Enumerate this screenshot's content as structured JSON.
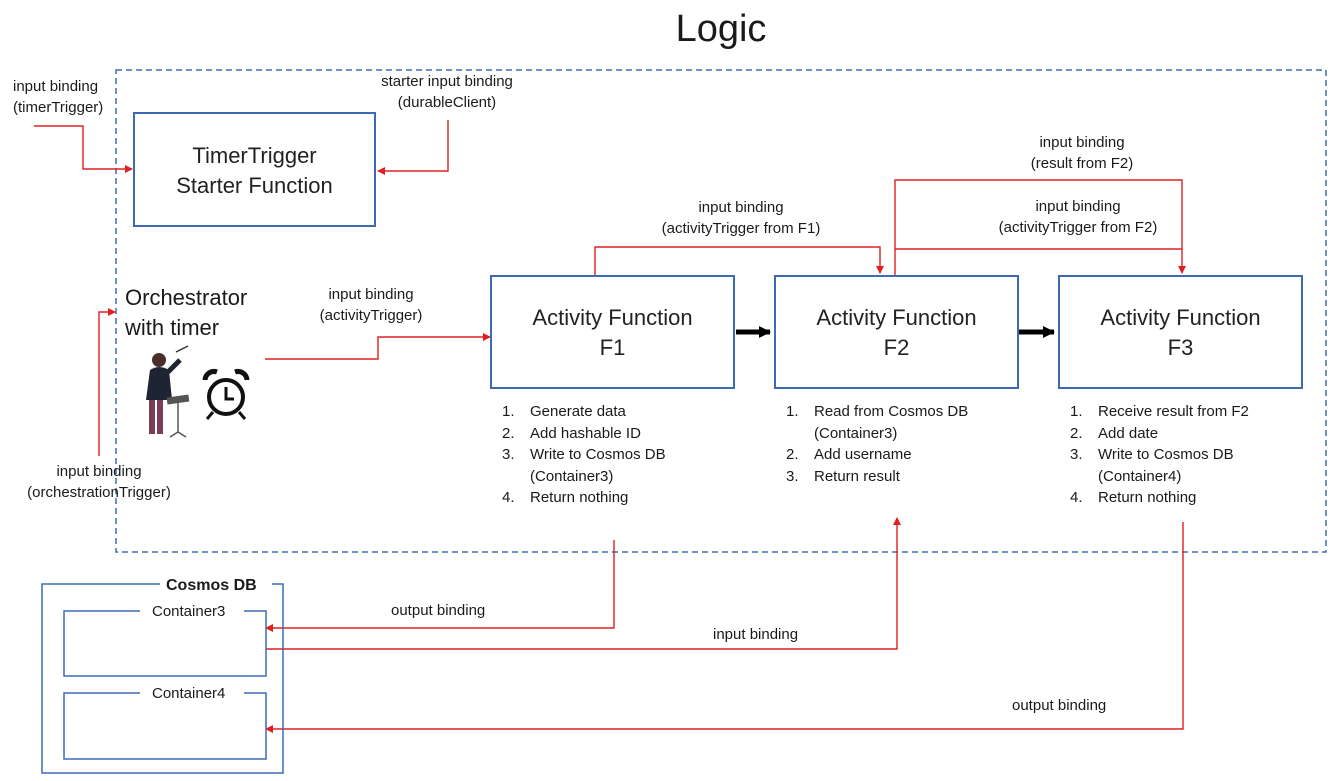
{
  "title": "Logic",
  "labels": {
    "timer_trigger_in": [
      "input binding",
      "(timerTrigger)"
    ],
    "starter_in": [
      "starter input binding",
      "(durableClient)"
    ],
    "orchestrator_in": [
      "input binding",
      "(orchestrationTrigger)"
    ],
    "activity_trigger_f0": [
      "input binding",
      "(activityTrigger)"
    ],
    "activity_trigger_f1": [
      "input binding",
      "(activityTrigger from F1)"
    ],
    "result_from_f2": [
      "input binding",
      "(result from F2)"
    ],
    "activity_trigger_f2": [
      "input binding",
      "(activityTrigger from F2)"
    ],
    "output_binding_f1": "output binding",
    "input_binding_f2": "input binding",
    "output_binding_f3": "output binding"
  },
  "starter": {
    "line1": "TimerTrigger",
    "line2": "Starter Function"
  },
  "orchestrator": {
    "line1": "Orchestrator",
    "line2": "with timer",
    "icons": [
      "conductor-icon",
      "alarm-clock-icon"
    ]
  },
  "functions": [
    {
      "line1": "Activity Function",
      "line2": "F1",
      "steps": [
        {
          "n": "1.",
          "text": [
            "Generate data"
          ]
        },
        {
          "n": "2.",
          "text": [
            "Add hashable ID"
          ]
        },
        {
          "n": "3.",
          "text": [
            "Write to Cosmos DB",
            "(Container3)"
          ]
        },
        {
          "n": "4.",
          "text": [
            "Return nothing"
          ]
        }
      ]
    },
    {
      "line1": "Activity Function",
      "line2": "F2",
      "steps": [
        {
          "n": "1.",
          "text": [
            "Read from Cosmos DB",
            "(Container3)"
          ]
        },
        {
          "n": "2.",
          "text": [
            "Add username"
          ]
        },
        {
          "n": "3.",
          "text": [
            "Return result"
          ]
        }
      ]
    },
    {
      "line1": "Activity Function",
      "line2": "F3",
      "steps": [
        {
          "n": "1.",
          "text": [
            "Receive result from F2"
          ]
        },
        {
          "n": "2.",
          "text": [
            "Add date"
          ]
        },
        {
          "n": "3.",
          "text": [
            "Write to Cosmos DB",
            "(Container4)"
          ]
        },
        {
          "n": "4.",
          "text": [
            "Return nothing"
          ]
        }
      ]
    }
  ],
  "cosmos": {
    "title": "Cosmos DB",
    "containers": [
      "Container3",
      "Container4"
    ]
  },
  "colors": {
    "box_border": "#3d6bb3",
    "binding_arrow": "#e02020",
    "flow_arrow": "#000000",
    "boundary": "#3d6bb3"
  }
}
